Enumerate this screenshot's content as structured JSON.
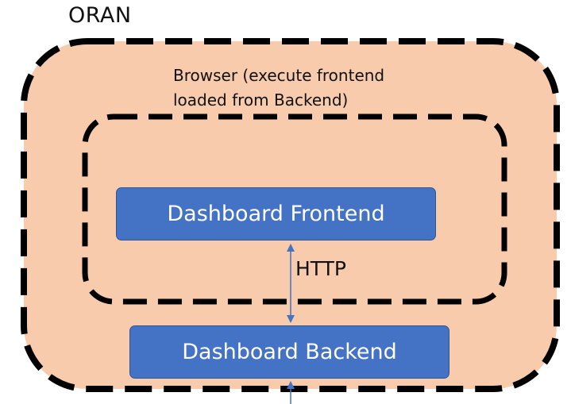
{
  "diagram": {
    "outer_container": {
      "label": "ORAN"
    },
    "browser_container": {
      "label_line1": "Browser (execute frontend",
      "label_line2": "loaded from Backend)"
    },
    "frontend": {
      "label": "Dashboard Frontend"
    },
    "backend": {
      "label": "Dashboard Backend"
    },
    "connection": {
      "label": "HTTP"
    }
  },
  "colors": {
    "outer_fill": "#f8cbad",
    "border": "#000000",
    "box_fill": "#4472c4",
    "box_stroke": "#2f5597",
    "arrow": "#4472c4"
  }
}
